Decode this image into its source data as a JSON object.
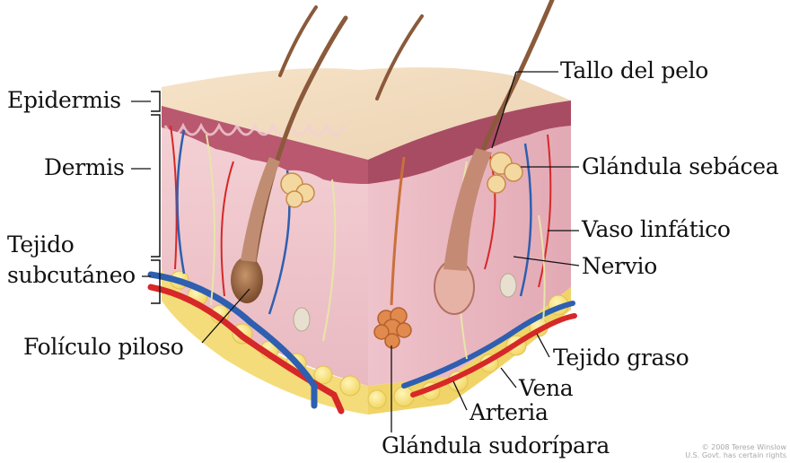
{
  "diagram": {
    "labels": {
      "epidermis": "Epidermis",
      "dermis": "Dermis",
      "subcutaneous_line1": "Tejido",
      "subcutaneous_line2": "subcutáneo",
      "hair_follicle": "Folículo piloso",
      "hair_shaft": "Tallo del pelo",
      "sebaceous_gland": "Glándula sebácea",
      "lymph_vessel": "Vaso linfático",
      "nerve": "Nervio",
      "fat_tissue": "Tejido graso",
      "vein": "Vena",
      "artery": "Arteria",
      "sweat_gland": "Glándula sudorípara"
    },
    "credit": {
      "line1": "© 2008 Terese Winslow",
      "line2": "U.S. Govt. has certain rights"
    },
    "colors": {
      "skin_surface": "#f0dcc0",
      "epidermis": "#b0506a",
      "dermis": "#f2c8cf",
      "fat": "#f6e07a",
      "artery": "#d62828",
      "vein": "#2e5fb0",
      "hair": "#8a5a3a"
    }
  }
}
